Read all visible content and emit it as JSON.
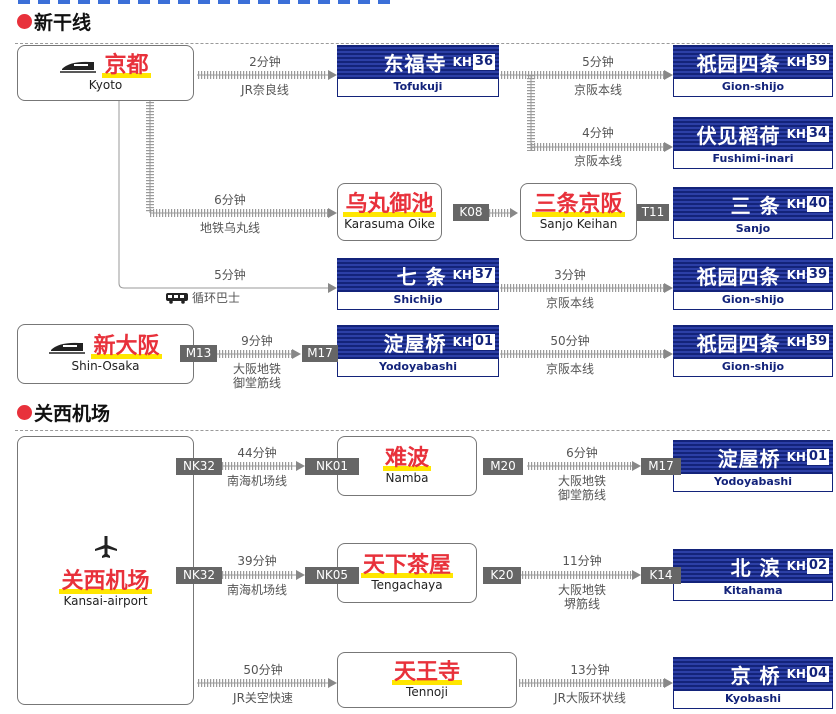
{
  "sections": {
    "shinkansen": "新干线",
    "kansai": "关西机场"
  },
  "origins": {
    "kyoto": {
      "cn": "京都",
      "en": "Kyoto"
    },
    "shin_osaka": {
      "cn": "新大阪",
      "en": "Shin-Osaka"
    },
    "kansai": {
      "cn": "关西机场",
      "en": "Kansai-airport"
    }
  },
  "hubs": {
    "karasuma": {
      "cn": "乌丸御池",
      "en": "Karasuma Oike"
    },
    "sanjo_keihan": {
      "cn": "三条京阪",
      "en": "Sanjo Keihan"
    },
    "namba": {
      "cn": "难波",
      "en": "Namba"
    },
    "tengachaya": {
      "cn": "天下茶屋",
      "en": "Tengachaya"
    },
    "tennoji": {
      "cn": "天王寺",
      "en": "Tennoji"
    }
  },
  "stations": {
    "tofukuji": {
      "name": "东福寺",
      "code": "36",
      "en": "Tofukuji"
    },
    "gion1": {
      "name": "祇园四条",
      "code": "39",
      "en": "Gion-shijo"
    },
    "fushimi": {
      "name": "伏见稻荷",
      "code": "34",
      "en": "Fushimi-inari"
    },
    "sanjo": {
      "name": "三 条",
      "code": "40",
      "en": "Sanjo"
    },
    "shichijo": {
      "name": "七 条",
      "code": "37",
      "en": "Shichijo"
    },
    "gion2": {
      "name": "祇园四条",
      "code": "39",
      "en": "Gion-shijo"
    },
    "yodoyabashi1": {
      "name": "淀屋桥",
      "code": "01",
      "en": "Yodoyabashi"
    },
    "gion3": {
      "name": "祇园四条",
      "code": "39",
      "en": "Gion-shijo"
    },
    "yodoyabashi2": {
      "name": "淀屋桥",
      "code": "01",
      "en": "Yodoyabashi"
    },
    "kitahama": {
      "name": "北 滨",
      "code": "02",
      "en": "Kitahama"
    },
    "kyobashi": {
      "name": "京 桥",
      "code": "04",
      "en": "Kyobashi"
    }
  },
  "kh_prefix": "KH",
  "routes": {
    "r1": {
      "time": "2分钟",
      "line": "JR奈良线"
    },
    "r2": {
      "time": "5分钟",
      "line": "京阪本线"
    },
    "r3": {
      "time": "4分钟",
      "line": "京阪本线"
    },
    "r4": {
      "time": "6分钟",
      "line": "地铁乌丸线"
    },
    "r5": {
      "time": "5分钟",
      "line": "循环巴士"
    },
    "r6": {
      "time": "3分钟",
      "line": "京阪本线"
    },
    "r7": {
      "time": "9分钟",
      "line1": "大阪地铁",
      "line2": "御堂筋线"
    },
    "r8": {
      "time": "50分钟",
      "line": "京阪本线"
    },
    "r9": {
      "time": "44分钟",
      "line": "南海机场线"
    },
    "r10": {
      "time": "6分钟",
      "line1": "大阪地铁",
      "line2": "御堂筋线"
    },
    "r11": {
      "time": "39分钟",
      "line": "南海机场线"
    },
    "r12": {
      "time": "11分钟",
      "line1": "大阪地铁",
      "line2": "堺筋线"
    },
    "r13": {
      "time": "50分钟",
      "line": "JR关空快速"
    },
    "r14": {
      "time": "13分钟",
      "line": "JR大阪环状线"
    }
  },
  "badges": {
    "k08": "K08",
    "t11": "T11",
    "m13": "M13",
    "m17a": "M17",
    "nk32a": "NK32",
    "nk01": "NK01",
    "m20": "M20",
    "m17b": "M17",
    "nk32b": "NK32",
    "nk05": "NK05",
    "k20": "K20",
    "k14": "K14"
  },
  "icons": {
    "train": "shinkansen-icon",
    "bus": "bus-icon",
    "plane": "plane-icon"
  },
  "colors": {
    "accent_red": "#e8313b",
    "highlight_yellow": "#ffe600",
    "station_blue": "#13237a",
    "badge_gray": "#666666"
  }
}
